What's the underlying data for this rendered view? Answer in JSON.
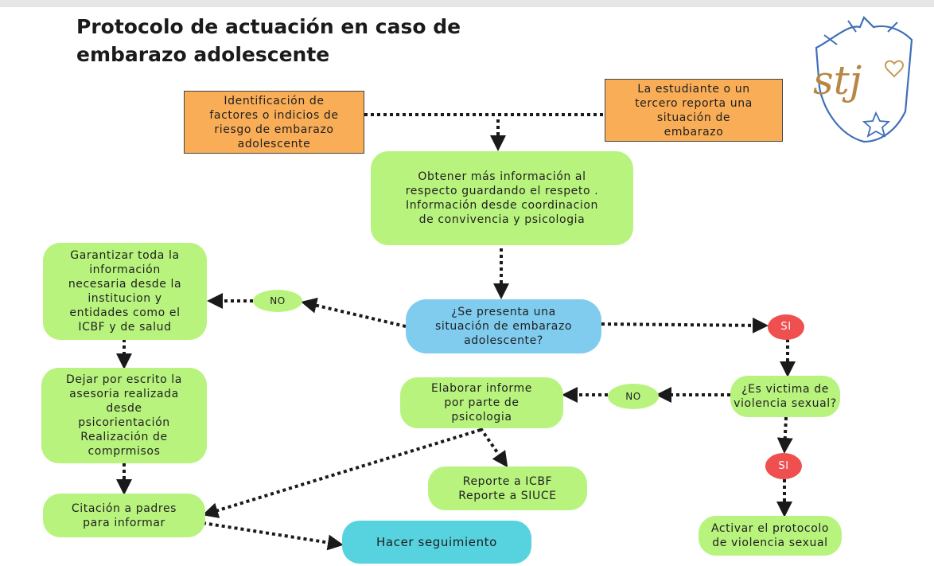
{
  "title": {
    "line1": "Protocolo de actuación en caso de",
    "line2": "embarazo adolescente"
  },
  "logo": {
    "text": "stj",
    "icon": "school-crest-logo"
  },
  "nodes": {
    "identificacion": "Identificación de\nfactores o indicios de\nriesgo de embarazo\nadolescente",
    "reporte_estudiante": "La estudiante o un\ntercero reporta una\nsituación de\nembarazo",
    "obtener_info": "Obtener más información al\nrespecto guardando el respeto .\nInformación desde coordinacion\nde convivencia y psicologia",
    "pregunta_embarazo": "¿Se presenta una\nsituación de embarazo\nadolescente?",
    "garantizar": "Garantizar toda la\ninformación\nnecesaria desde la\ninstitucion y\nentidades como el\nICBF y de salud",
    "dejar_escrito": "Dejar por escrito la\nasesoria realizada\ndesde\npsicorientación\nRealización de\ncomprmisos",
    "citacion": "Citación a padres\npara informar",
    "seguimiento": "Hacer seguimiento",
    "elaborar_informe": "Elaborar informe\npor parte de\npsicologia",
    "reporte_icbf": "Reporte a ICBF\nReporte a SIUCE",
    "pregunta_violencia": "¿Es victima de\nviolencia sexual?",
    "activar_protocolo": "Activar el protocolo\nde violencia sexual",
    "no_1": "NO",
    "si_1": "SI",
    "no_2": "NO",
    "si_2": "SI"
  },
  "colors": {
    "orange": "#f9ad57",
    "green": "#b8f37e",
    "blue": "#7fccef",
    "teal": "#56d3df",
    "red": "#ef4f4f",
    "connector": "#1a1a1a"
  }
}
